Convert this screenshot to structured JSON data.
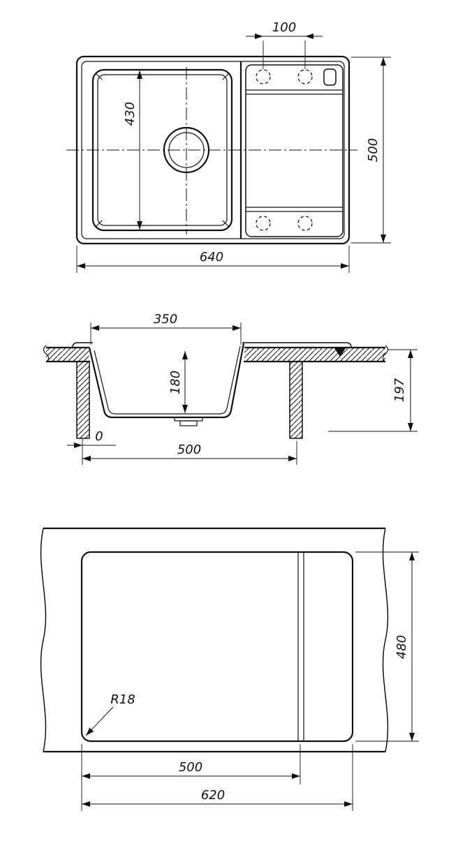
{
  "top_view": {
    "dim_tap_spacing": "100",
    "dim_bowl_length": "430",
    "dim_overall_depth": "500",
    "dim_overall_width": "640"
  },
  "section_view": {
    "dim_bowl_width": "350",
    "dim_bowl_depth": "180",
    "dim_total_height": "197",
    "dim_edge_offset": "0",
    "dim_cabinet_width": "500"
  },
  "cutout_view": {
    "radius_label": "R18",
    "dim_cutout_depth": "480",
    "dim_cutout_width": "500",
    "dim_overall_width": "620"
  }
}
